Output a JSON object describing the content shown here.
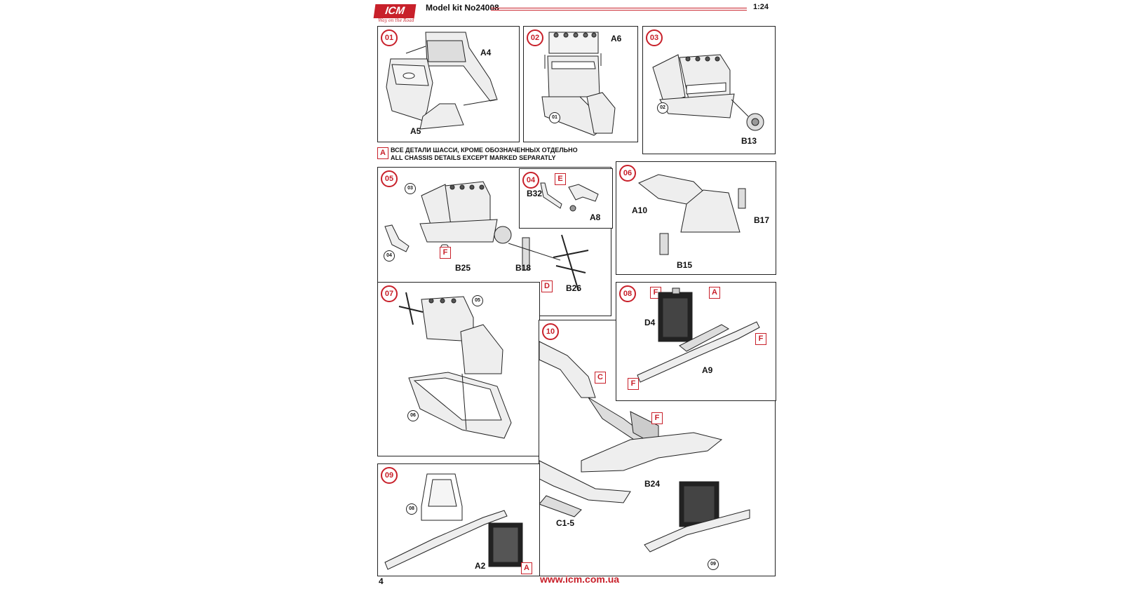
{
  "header": {
    "brand": "ICM",
    "tagline": "Way on the Road",
    "kit_label": "Model kit No24008",
    "scale": "1:24"
  },
  "notice": {
    "marker": "A",
    "line_ru": "ВСЕ ДЕТАЛИ ШАССИ, КРОМЕ ОБОЗНАЧЕННЫХ ОТДЕЛЬНО",
    "line_en": "ALL CHASSIS DETAILS EXCEPT MARKED SEPARATLY"
  },
  "steps": {
    "s01": {
      "num": "01",
      "parts": [
        "A4",
        "A5"
      ]
    },
    "s02": {
      "num": "02",
      "parts": [
        "A6"
      ],
      "ref": "01"
    },
    "s03": {
      "num": "03",
      "parts": [
        "B13"
      ],
      "ref": "02"
    },
    "s04": {
      "num": "04",
      "parts": [
        "B32",
        "A8"
      ],
      "sprue": "E"
    },
    "s05": {
      "num": "05",
      "parts": [
        "B25",
        "B18",
        "B26"
      ],
      "sprues": [
        "F",
        "D"
      ],
      "refs": [
        "03",
        "04"
      ]
    },
    "s06": {
      "num": "06",
      "parts": [
        "A10",
        "B17",
        "B15"
      ]
    },
    "s07": {
      "num": "07",
      "refs": [
        "05",
        "06"
      ]
    },
    "s08": {
      "num": "08",
      "parts": [
        "D4",
        "A9"
      ],
      "sprues": [
        "F",
        "A",
        "F",
        "F"
      ]
    },
    "s09": {
      "num": "09",
      "parts": [
        "A2"
      ],
      "sprue": "A",
      "ref": "08"
    },
    "s10": {
      "num": "10",
      "parts": [
        "C1-5",
        "B24"
      ],
      "sprues": [
        "C",
        "F"
      ],
      "ref": "09"
    }
  },
  "footer": {
    "page": "4",
    "url": "www.icm.com.ua"
  }
}
